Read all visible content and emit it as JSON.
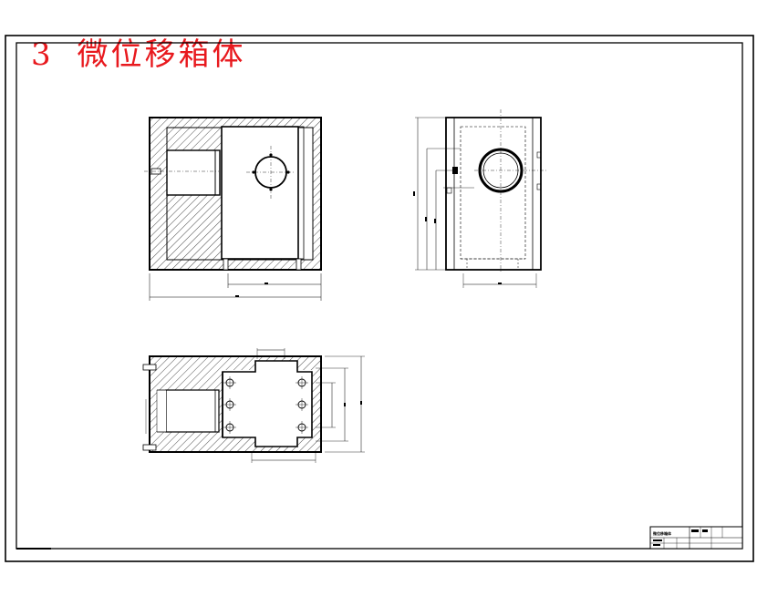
{
  "drawing": {
    "title_number": "3",
    "title_text": "微位移箱体"
  },
  "title_block": {
    "part_name": "微位移箱体",
    "cell_1": "",
    "cell_2": ""
  },
  "colors": {
    "title": "#e8191e",
    "line": "#000000",
    "background": "#ffffff"
  }
}
